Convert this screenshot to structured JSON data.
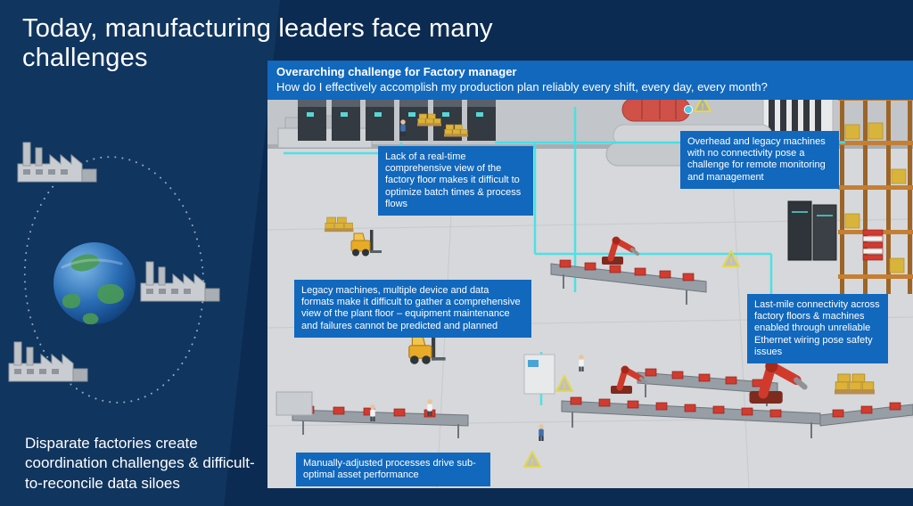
{
  "slide": {
    "title": "Today, manufacturing leaders face many challenges",
    "left_caption": "Disparate factories create coordination challenges & difficult-to-reconcile data siloes"
  },
  "factory_overlay": {
    "header": {
      "title": "Overarching challenge for Factory manager",
      "subtitle": "How do I effectively accomplish my production plan reliably every shift, every day, every month?"
    },
    "callouts": [
      {
        "id": "realtime-view",
        "text": "Lack of a real-time comprehensive view of the factory floor makes it difficult to optimize batch times & process flows"
      },
      {
        "id": "overhead-legacy-machines",
        "text": "Overhead and legacy machines with no connectivity pose a challenge for remote monitoring and management"
      },
      {
        "id": "legacy-data-formats",
        "text": "Legacy machines, multiple device and data formats make it difficult to gather a comprehensive view of the plant floor – equipment maintenance and failures cannot be predicted and planned"
      },
      {
        "id": "last-mile-connectivity",
        "text": "Last-mile connectivity across factory floors & machines enabled through unreliable Ethernet wiring pose safety issues"
      },
      {
        "id": "manual-processes",
        "text": "Manually-adjusted processes drive sub-optimal asset performance"
      }
    ]
  },
  "icons": {
    "warning_glyph": "!"
  },
  "colors": {
    "background_navy": "#0c2b52",
    "panel_navy": "#10355f",
    "callout_blue": "#1168bd",
    "accent_cyan": "#3ee2e8",
    "robot_red": "#d03a2c",
    "forklift_yellow": "#e8ab28",
    "rack_orange": "#c57f34",
    "warning_yellow": "#e5d84a"
  }
}
